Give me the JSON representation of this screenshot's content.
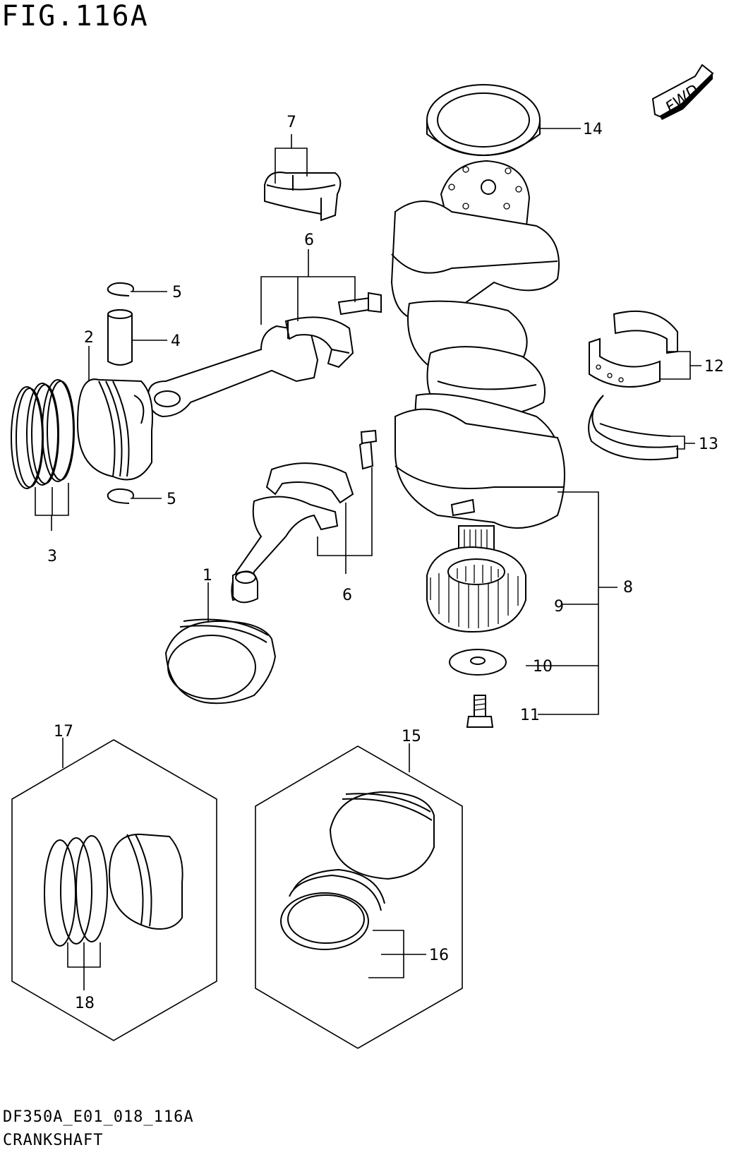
{
  "figure": {
    "title": "FIG.116A",
    "code": "DF350A_E01_018_116A",
    "name": "CRANKSHAFT",
    "fwd_label": "FWD"
  },
  "callouts": {
    "c1": "1",
    "c2": "2",
    "c3": "3",
    "c4": "4",
    "c5a": "5",
    "c5b": "5",
    "c6a": "6",
    "c6b": "6",
    "c7": "7",
    "c8": "8",
    "c9": "9",
    "c10": "10",
    "c11": "11",
    "c12": "12",
    "c13": "13",
    "c14": "14",
    "c15": "15",
    "c16": "16",
    "c17": "17",
    "c18": "18"
  }
}
